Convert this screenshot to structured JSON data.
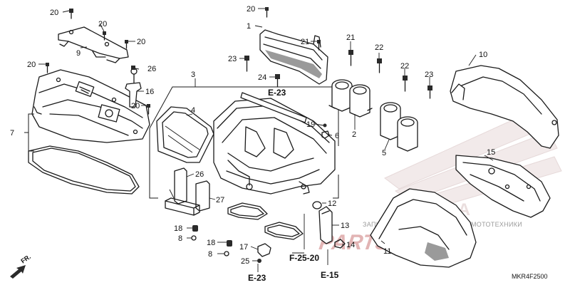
{
  "callouts": [
    "1",
    "2",
    "3",
    "4",
    "5",
    "6",
    "7",
    "8",
    "8",
    "9",
    "10",
    "11",
    "12",
    "13",
    "14",
    "15",
    "16",
    "17",
    "18",
    "18",
    "19",
    "20",
    "20",
    "20",
    "20",
    "20",
    "20",
    "21",
    "21",
    "22",
    "22",
    "23",
    "23",
    "24",
    "25",
    "26",
    "26",
    "27"
  ],
  "refs": {
    "f2520": "F-25-20",
    "e23_left": "E-23",
    "e23_mid": "E-23",
    "e15": "E-15"
  },
  "front_marker": "FR.",
  "diagram_code": "MKR4F2500",
  "watermark": {
    "brand": "HONDA",
    "tagline": "ЗАПЧАСТИ И АКСЕССУАРЫ ДЛЯ МОТОТЕХНИКИ",
    "logo": "PARTSFOR.RU"
  },
  "colors": {
    "line": "#1a1a1a",
    "shade": "#9a9a9a",
    "watermark_logo": "#e2b4b4"
  }
}
